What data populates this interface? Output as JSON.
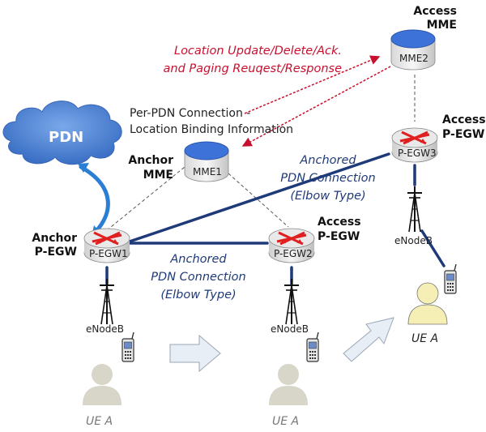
{
  "pdn": {
    "label": "PDN"
  },
  "message": {
    "line1": "Location Update/Delete/Ack.",
    "line2": "and Paging Reuqest/Response"
  },
  "binding_info": {
    "line1": "Per-PDN Connection -",
    "line2": "Location Binding Information"
  },
  "access_mme": {
    "role_line1": "Access",
    "role_line2": "MME",
    "device": "MME2"
  },
  "anchor_mme": {
    "role_line1": "Anchor",
    "role_line2": "MME",
    "device": "MME1"
  },
  "anchor_pgw": {
    "role_line1": "Anchor",
    "role_line2": "P-EGW",
    "device": "P-EGW1"
  },
  "access_pgw2": {
    "role_line1": "Access",
    "role_line2": "P-EGW",
    "device": "P-EGW2"
  },
  "access_pgw3": {
    "role_line1": "Access",
    "role_line2": "P-EGW",
    "device": "P-EGW3"
  },
  "connection_upper": {
    "line1": "Anchored",
    "line2": "PDN Connection",
    "line3": "(Elbow Type)"
  },
  "connection_lower": {
    "line1": "Anchored",
    "line2": "PDN Connection",
    "line3": "(Elbow Type)"
  },
  "enodeb": {
    "label": "eNodeB"
  },
  "ue": {
    "label": "UE A"
  },
  "colors": {
    "red": "#c8102e",
    "navy": "#1f3a78",
    "cloud": "#4a7fd0",
    "mme_top": "#3d72d8",
    "link": "#1f3a78",
    "arrow_fill": "#e8eef6",
    "person": "#f5efb5"
  }
}
